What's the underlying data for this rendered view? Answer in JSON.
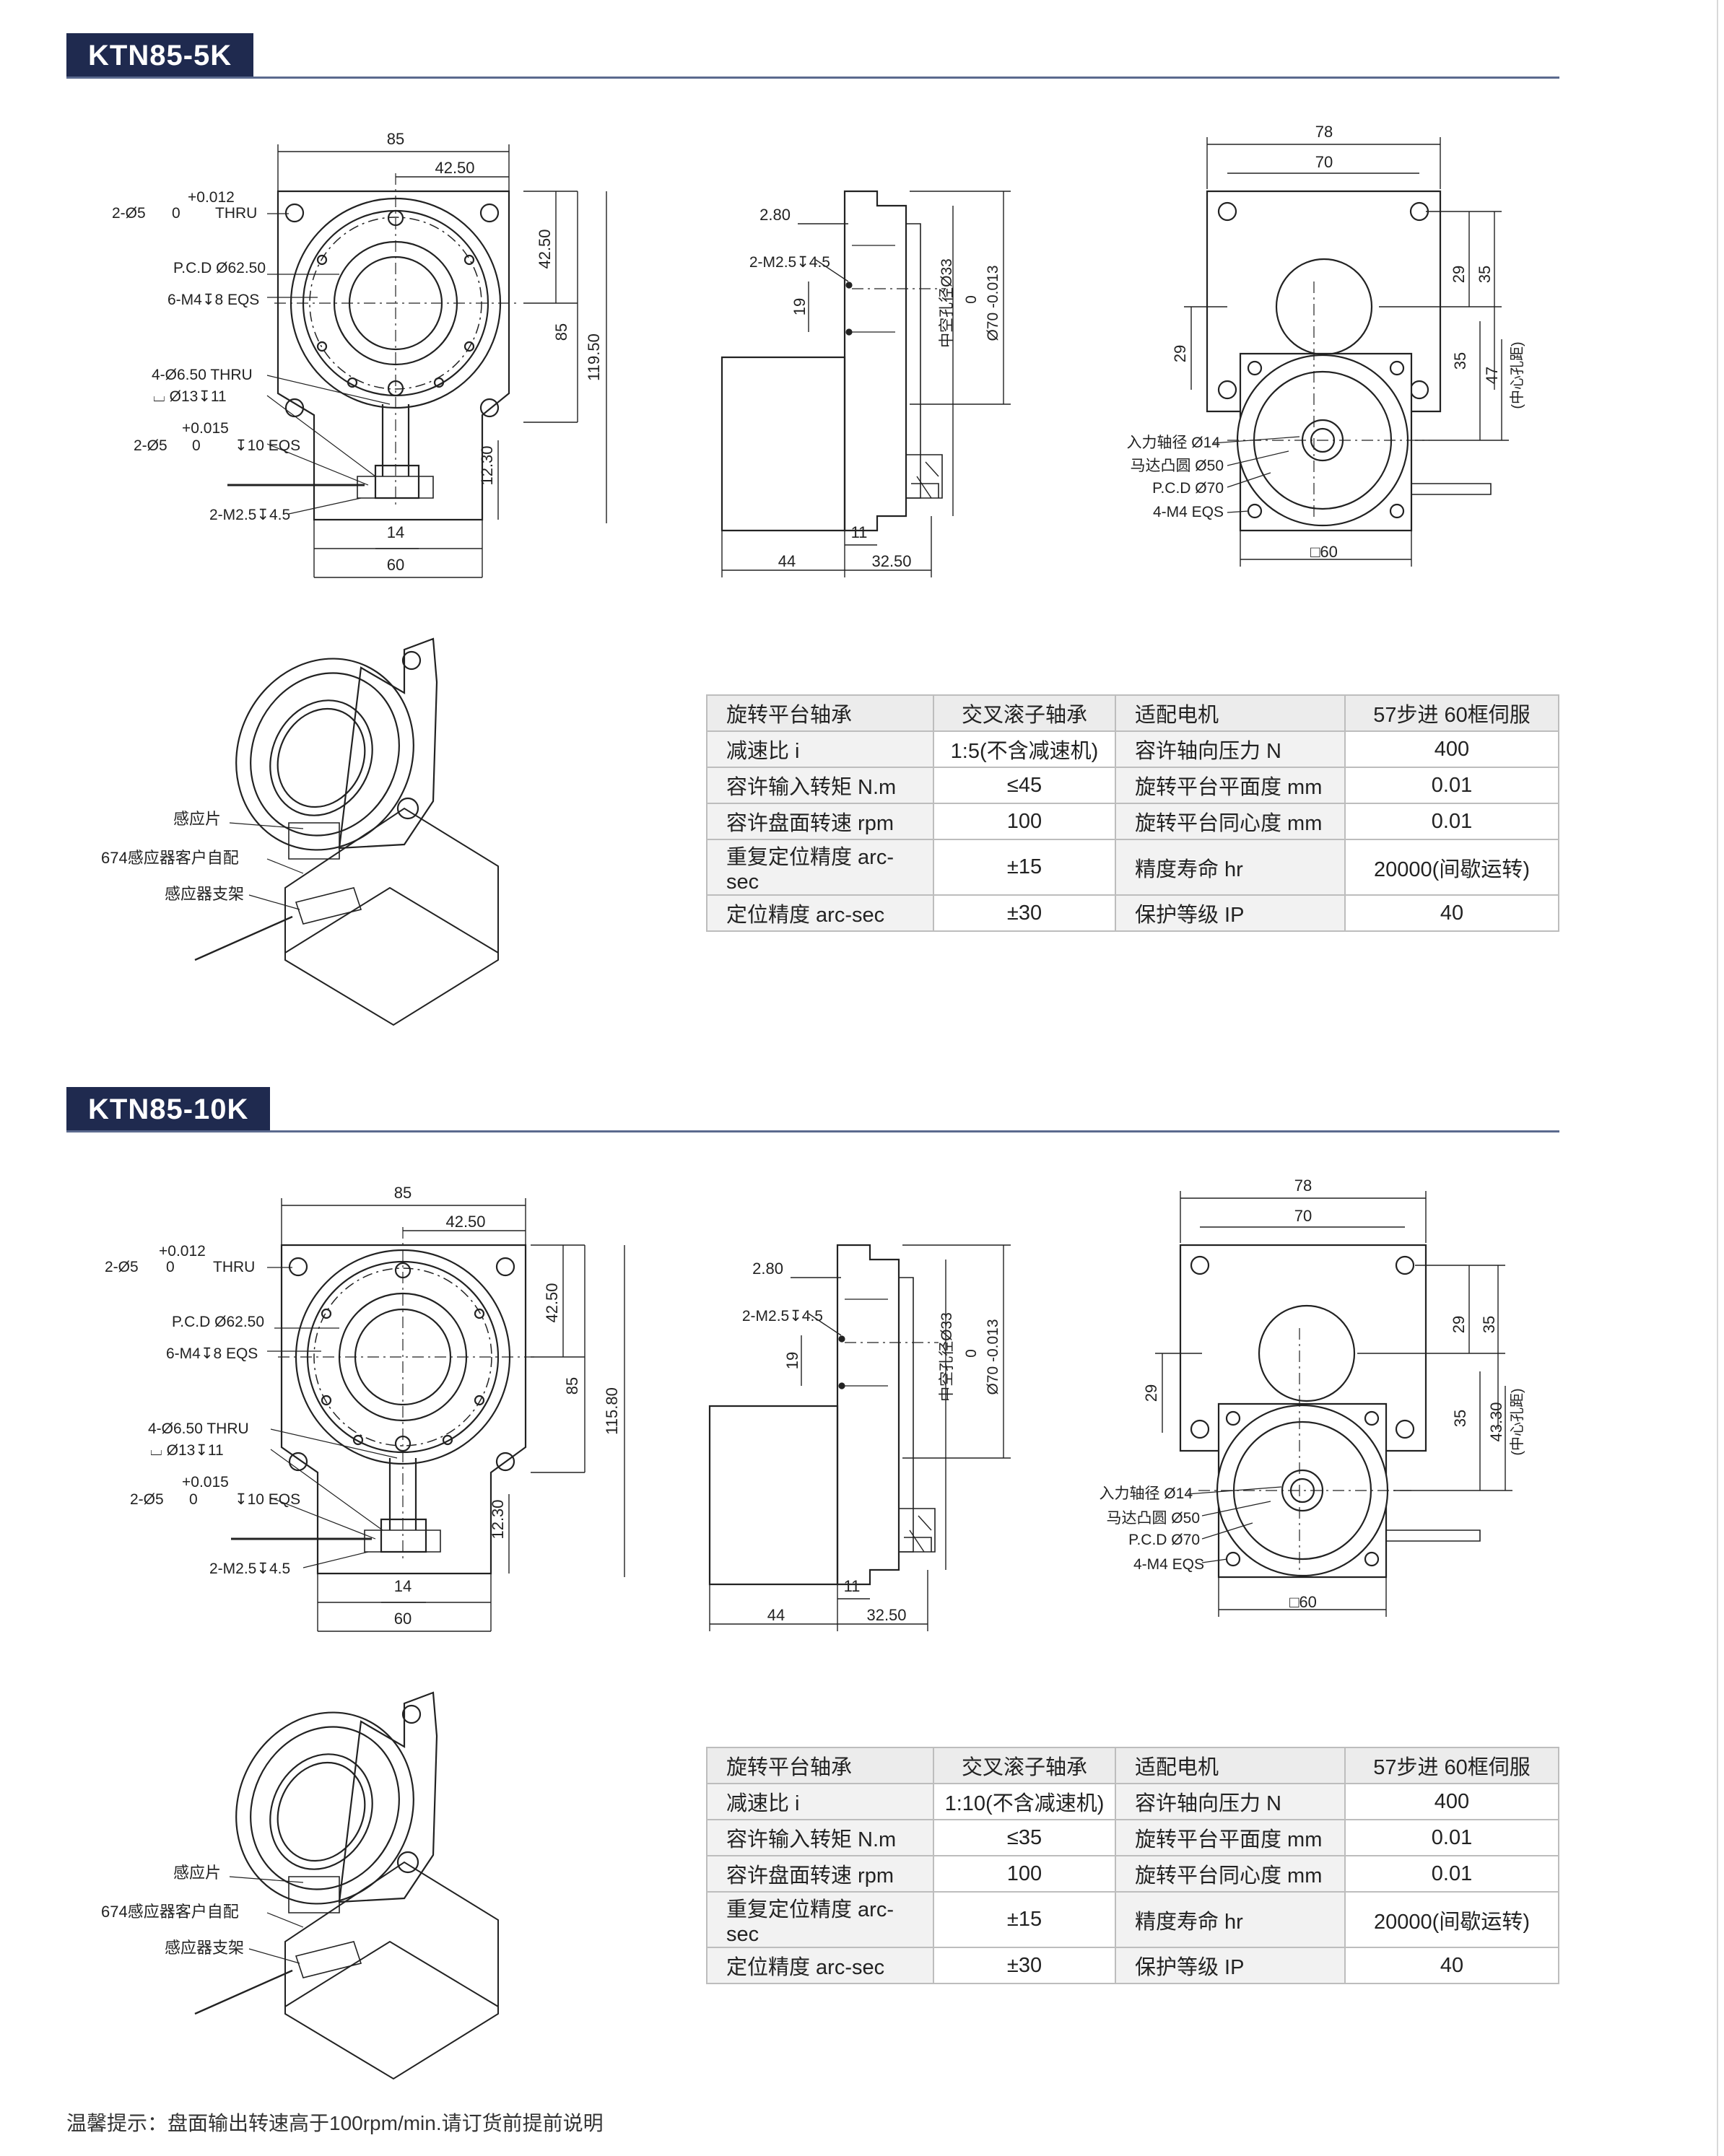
{
  "sections": [
    {
      "model": "KTN85-5K",
      "front": {
        "dim_width": "85",
        "dim_half": "42.50",
        "hole_tol_plus": "+0.012",
        "hole_tol_zero": "0",
        "hole_spec": "2-Ø5",
        "hole_thru": "THRU",
        "pcd": "P.C.D Ø62.50",
        "tap": "6-M4↧8 EQS",
        "mount_holes": "4-Ø6.50 THRU",
        "counterbore": "⌴ Ø13↧11",
        "pin_tol_plus": "+0.015",
        "pin_tol_zero": "0",
        "pin_spec": "2-Ø5",
        "pin_depth": "↧10 EQS",
        "sensor_tap": "2-M2.5↧4.5",
        "dim_vert_half": "42.50",
        "dim_vert_85": "85",
        "dim_total_height": "119.50",
        "dim_12_30": "12.30",
        "dim_14": "14",
        "dim_60": "60"
      },
      "side": {
        "dim_280": "2.80",
        "tap": "2-M2.5↧4.5",
        "dim_19": "19",
        "hollow_bore": "中空孔径Ø33",
        "tol_zero": "0",
        "outer_dia": "Ø70 -0.013",
        "dim_11": "11",
        "dim_44": "44",
        "dim_3250": "32.50"
      },
      "back": {
        "dim_78": "78",
        "dim_70": "70",
        "dim_29_top": "29",
        "dim_35_top": "35",
        "dim_29_left": "29",
        "dim_35_right": "35",
        "dim_center": "47",
        "center_note": "(中心孔距)",
        "input_shaft": "入力轴径 Ø14",
        "motor_boss": "马达凸圆 Ø50",
        "pcd": "P.C.D Ø70",
        "tap": "4-M4 EQS",
        "frame": "□60"
      },
      "iso": {
        "label_sensor_tab": "感应片",
        "label_sensor": "674感应器客户自配",
        "label_bracket": "感应器支架"
      },
      "specs": [
        [
          "旋转平台轴承",
          "交叉滚子轴承",
          "适配电机",
          "57步进 60框伺服"
        ],
        [
          "减速比 i",
          "1:5(不含减速机)",
          "容许轴向压力 N",
          "400"
        ],
        [
          "容许输入转矩 N.m",
          "≤45",
          "旋转平台平面度 mm",
          "0.01"
        ],
        [
          "容许盘面转速 rpm",
          "100",
          "旋转平台同心度 mm",
          "0.01"
        ],
        [
          "重复定位精度 arc-sec",
          "±15",
          "精度寿命 hr",
          "20000(间歇运转)"
        ],
        [
          "定位精度 arc-sec",
          "±30",
          "保护等级 IP",
          "40"
        ]
      ]
    },
    {
      "model": "KTN85-10K",
      "front": {
        "dim_width": "85",
        "dim_half": "42.50",
        "hole_tol_plus": "+0.012",
        "hole_tol_zero": "0",
        "hole_spec": "2-Ø5",
        "hole_thru": "THRU",
        "pcd": "P.C.D Ø62.50",
        "tap": "6-M4↧8 EQS",
        "mount_holes": "4-Ø6.50 THRU",
        "counterbore": "⌴ Ø13↧11",
        "pin_tol_plus": "+0.015",
        "pin_tol_zero": "0",
        "pin_spec": "2-Ø5",
        "pin_depth": "↧10 EQS",
        "sensor_tap": "2-M2.5↧4.5",
        "dim_vert_half": "42.50",
        "dim_vert_85": "85",
        "dim_total_height": "115.80",
        "dim_12_30": "12.30",
        "dim_14": "14",
        "dim_60": "60"
      },
      "side": {
        "dim_280": "2.80",
        "tap": "2-M2.5↧4.5",
        "dim_19": "19",
        "hollow_bore": "中空孔径Ø33",
        "tol_zero": "0",
        "outer_dia": "Ø70 -0.013",
        "dim_11": "11",
        "dim_44": "44",
        "dim_3250": "32.50"
      },
      "back": {
        "dim_78": "78",
        "dim_70": "70",
        "dim_29_top": "29",
        "dim_35_top": "35",
        "dim_29_left": "29",
        "dim_35_right": "35",
        "dim_center": "43.30",
        "center_note": "(中心孔距)",
        "input_shaft": "入力轴径 Ø14",
        "motor_boss": "马达凸圆 Ø50",
        "pcd": "P.C.D Ø70",
        "tap": "4-M4 EQS",
        "frame": "□60"
      },
      "iso": {
        "label_sensor_tab": "感应片",
        "label_sensor": "674感应器客户自配",
        "label_bracket": "感应器支架"
      },
      "specs": [
        [
          "旋转平台轴承",
          "交叉滚子轴承",
          "适配电机",
          "57步进 60框伺服"
        ],
        [
          "减速比 i",
          "1:10(不含减速机)",
          "容许轴向压力 N",
          "400"
        ],
        [
          "容许输入转矩 N.m",
          "≤35",
          "旋转平台平面度 mm",
          "0.01"
        ],
        [
          "容许盘面转速 rpm",
          "100",
          "旋转平台同心度 mm",
          "0.01"
        ],
        [
          "重复定位精度 arc-sec",
          "±15",
          "精度寿命 hr",
          "20000(间歇运转)"
        ],
        [
          "定位精度 arc-sec",
          "±30",
          "保护等级 IP",
          "40"
        ]
      ]
    }
  ],
  "footnote": "温馨提示：盘面输出转速高于100rpm/min.请订货前提前说明"
}
